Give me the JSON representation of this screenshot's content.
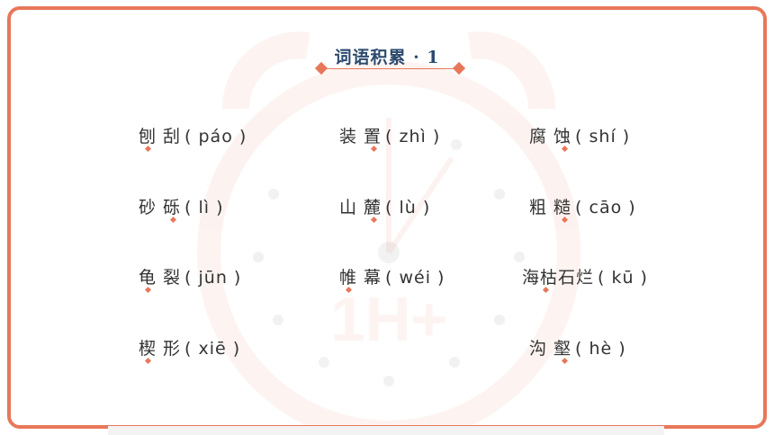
{
  "title": "词语积累 · 1",
  "colors": {
    "accent": "#e8775a",
    "title": "#2d4a6e",
    "text": "#333333"
  },
  "watermark_text": "1H+",
  "words": [
    {
      "chars": "刨 刮",
      "pinyin": "( páo )"
    },
    {
      "chars": "装 置",
      "pinyin": "( zhì )"
    },
    {
      "chars": "腐 蚀",
      "pinyin": "( shí )"
    },
    {
      "chars": "砂 砾",
      "pinyin": "( lì )"
    },
    {
      "chars": "山 麓",
      "pinyin": "( lù )"
    },
    {
      "chars": "粗 糙",
      "pinyin": "( cāo )"
    },
    {
      "chars": "龟 裂",
      "pinyin": "( jūn )"
    },
    {
      "chars": "帷 幕",
      "pinyin": "( wéi )"
    },
    {
      "chars": "海枯石烂",
      "pinyin": "( kū )"
    },
    {
      "chars": "楔 形",
      "pinyin": "( xiē )"
    },
    {
      "chars": "沟 壑",
      "pinyin": "( hè )"
    }
  ]
}
